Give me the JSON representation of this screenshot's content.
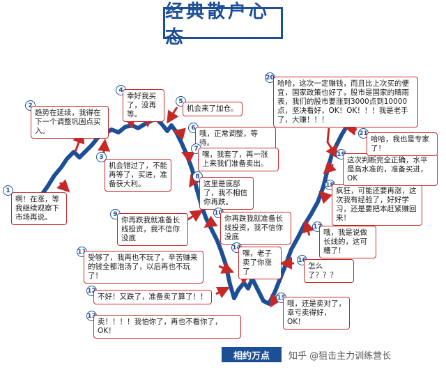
{
  "title": "经典散户心态",
  "steps": [
    {
      "n": "1",
      "text": "啊！在涨，等我继续观察下市场再说。"
    },
    {
      "n": "2",
      "text": "趋势在延续，我得在下一个调整巩固点买入。"
    },
    {
      "n": "3",
      "text": "机会错过了，不能再等了，买进，准备获大利。"
    },
    {
      "n": "4",
      "text": "幸好我买了，没再等。"
    },
    {
      "n": "5",
      "text": "机会来了加仓。"
    },
    {
      "n": "6",
      "text": "哦，正常调整，等待。"
    },
    {
      "n": "7",
      "text": "嘿，我套了，再一涨上来我们准备卖出。"
    },
    {
      "n": "8",
      "text": "这里是底部了，我不相信你再跌。"
    },
    {
      "n": "9",
      "text": "你再跌我就准备长线投资，我不信你没底"
    },
    {
      "n": "10",
      "text": "你再跌我就准备长线投资，我不信你没底"
    },
    {
      "n": "11",
      "text": "受够了，我再也不玩了，辛苦赚来的钱全都泡汤了，以后再也不玩了！"
    },
    {
      "n": "12",
      "text": "不好！又跌了，准备卖了算了！！"
    },
    {
      "n": "13",
      "text": "卖！！！！我怕你了，再也不看你了，OK！"
    },
    {
      "n": "14",
      "text": "嘿，老子卖了你涨了"
    },
    {
      "n": "15",
      "text": "哦，还是卖对了，幸亏卖得好，OK！"
    },
    {
      "n": "16",
      "text": "怎么了？？？"
    },
    {
      "n": "17",
      "text": "哦，我是说做长线的，这可糟了！"
    },
    {
      "n": "18",
      "text": "疯狂，可能还要再涨，这次我有经验了，好好学习，还是要把本赶紧赚回来！"
    },
    {
      "n": "19",
      "text": "这次判断完全正确，水平是高水准的，准备买进，OK"
    },
    {
      "n": "20",
      "text": "哈哈，这次一定赚钱，而且比上次买的便宜，国家政策也好了，股市是国家的晴雨表，我们的股市要涨到3000点到10000点，坚决看好，OK！OK！！！我是老手了，大赚！！！"
    },
    {
      "n": "21",
      "text": "哈哈，我也是专家了！"
    }
  ],
  "footer": {
    "brand": "相约万点",
    "watermark": "知乎 @狙击主力训练营长"
  },
  "colors": {
    "curve": "#1d4f96",
    "arrow": "#c62828",
    "title": "#1d4f96"
  }
}
